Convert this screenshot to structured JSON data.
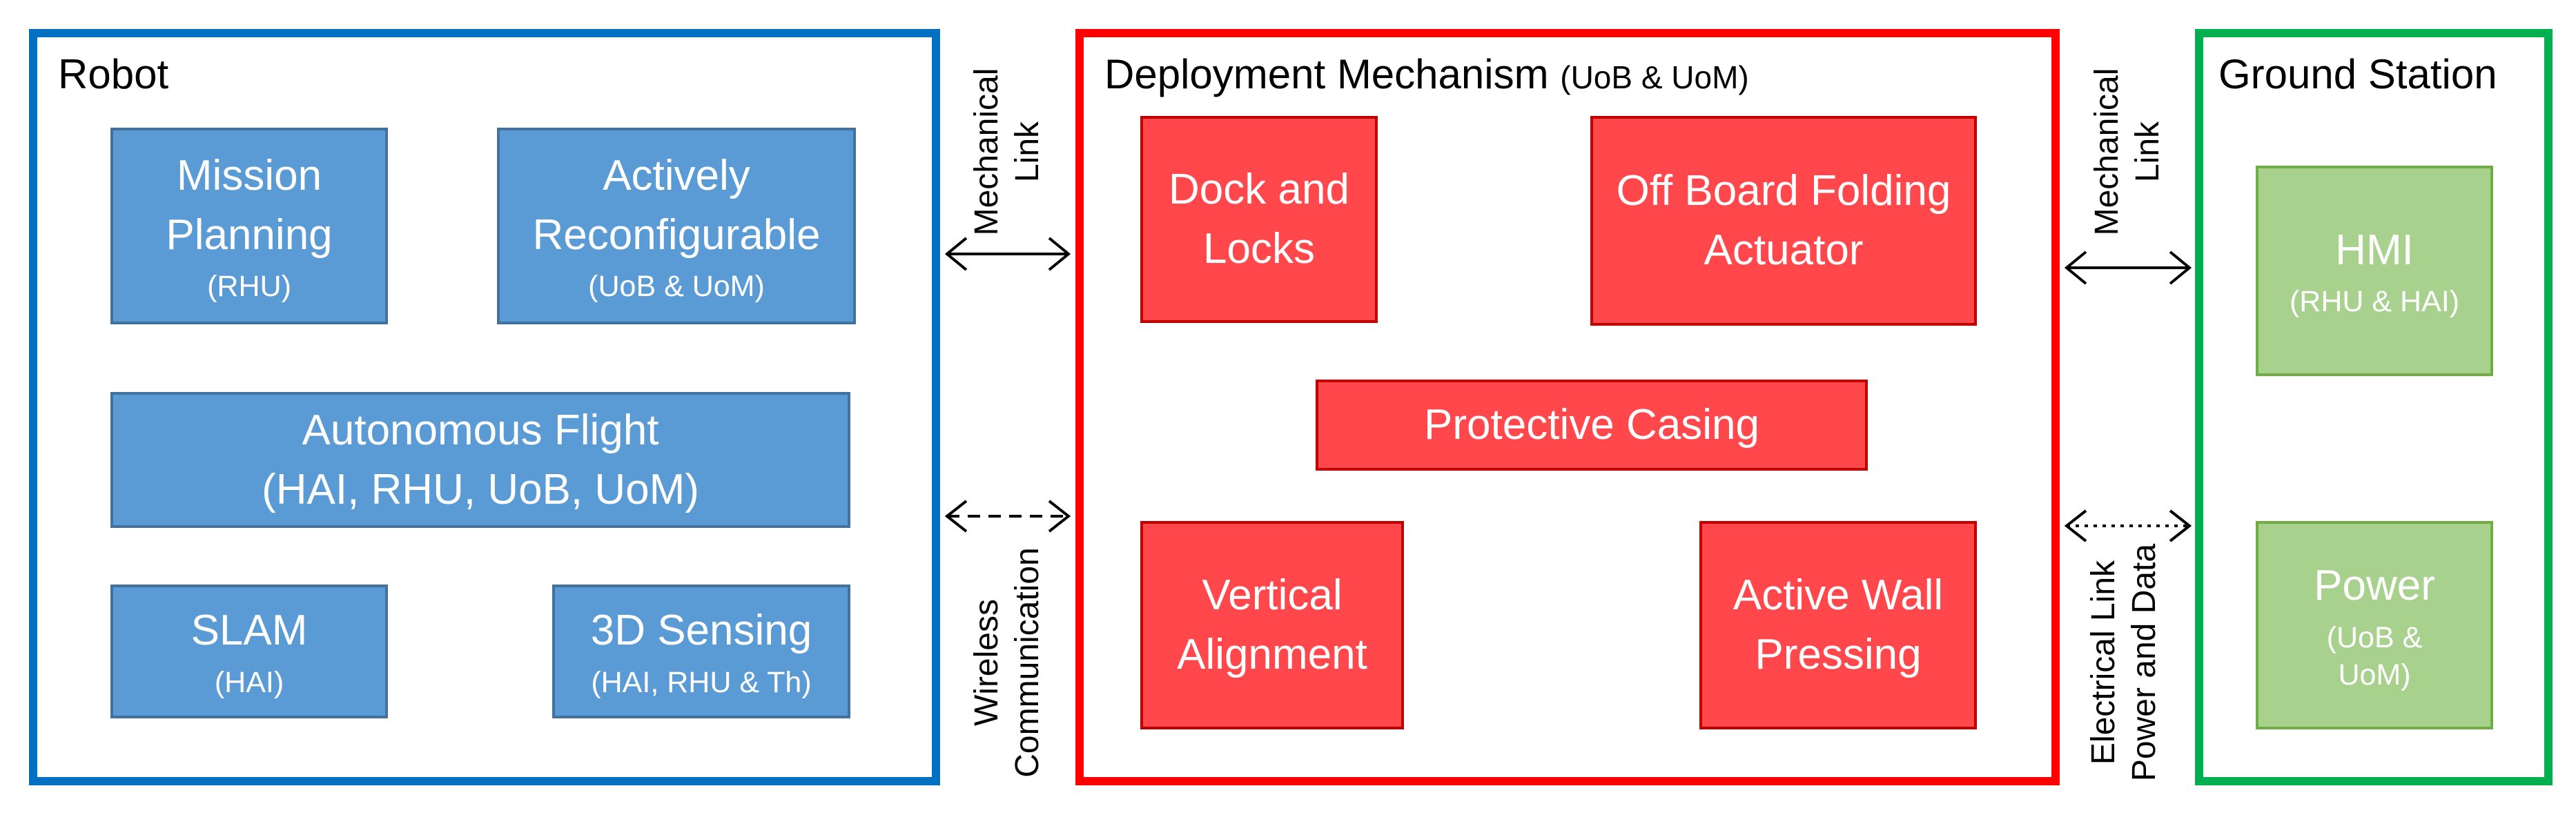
{
  "robot": {
    "title": "Robot",
    "color": "#0070c0",
    "boxes": {
      "mission": {
        "title": "Mission Planning",
        "sub": "(RHU)"
      },
      "reconfig": {
        "title": "Actively Reconfigurable",
        "sub": "(UoB & UoM)"
      },
      "flight": {
        "title": "Autonomous Flight",
        "sub": "(HAI, RHU, UoB, UoM)"
      },
      "slam": {
        "title": "SLAM",
        "sub": "(HAI)"
      },
      "sensing": {
        "title": "3D Sensing",
        "sub": "(HAI, RHU & Th)"
      }
    }
  },
  "deployment": {
    "title": "Deployment Mechanism",
    "subtitle": "(UoB & UoM)",
    "color": "#ff0000",
    "boxes": {
      "dock": {
        "title": "Dock and Locks"
      },
      "actuator": {
        "title": "Off Board Folding Actuator"
      },
      "casing": {
        "title": "Protective Casing"
      },
      "alignment": {
        "title": "Vertical Alignment"
      },
      "wall": {
        "title": "Active Wall Pressing"
      }
    }
  },
  "ground": {
    "title": "Ground Station",
    "color": "#00b050",
    "boxes": {
      "hmi": {
        "title": "HMI",
        "sub": "(RHU & HAI)"
      },
      "power": {
        "title": "Power",
        "sub": "(UoB & UoM)"
      }
    }
  },
  "links": {
    "mech_left": "Mechanical Link",
    "wireless": "Wireless Communication",
    "mech_right": "Mechanical Link",
    "electrical": "Electrical Link Power and Data"
  }
}
